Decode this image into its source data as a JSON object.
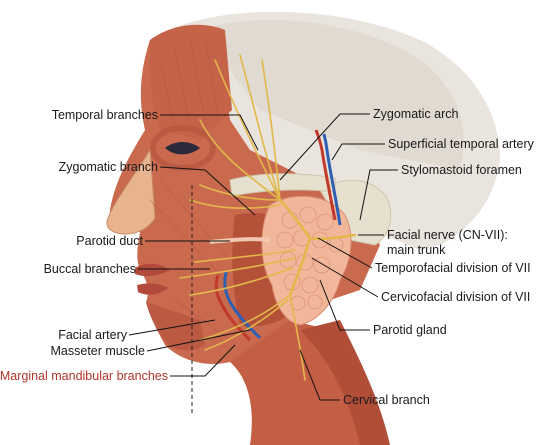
{
  "labels": {
    "temporal": "Temporal branches",
    "zygomatic_branch": "Zygomatic branch",
    "parotid_duct": "Parotid duct",
    "buccal": "Buccal branches",
    "facial_artery": "Facial artery",
    "masseter": "Masseter muscle",
    "marginal": "Marginal mandibular branches",
    "zygomatic_arch": "Zygomatic arch",
    "sup_temporal_artery": "Superficial temporal artery",
    "stylomastoid": "Stylomastoid foramen",
    "facial_nerve_line1": "Facial nerve (CN-VII):",
    "facial_nerve_line2": "main trunk",
    "temporofacial": "Temporofacial division of VII",
    "cervicofacial": "Cervicofacial division of VII",
    "parotid_gland": "Parotid gland",
    "cervical": "Cervical branch"
  },
  "colors": {
    "muscle": "#c96a4f",
    "muscle_dark": "#a94a35",
    "skin": "#e8b48f",
    "nerve": "#e2b84a",
    "gland": "#f2b69b",
    "artery": "#c0392b",
    "vein": "#2f5fb3",
    "bone": "#e6e0cf",
    "label_red": "#b3342b"
  }
}
